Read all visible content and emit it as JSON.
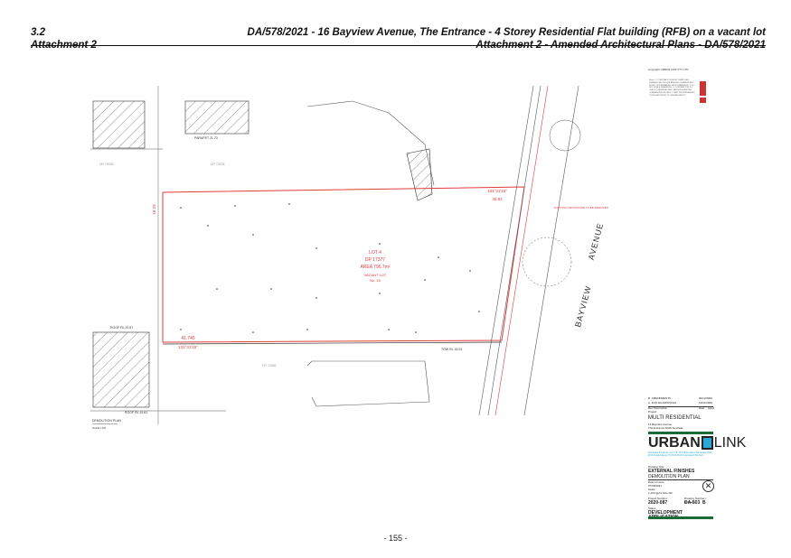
{
  "header": {
    "left_top": "3.2",
    "left_bottom": "Attachment 2",
    "right_top": "DA/578/2021 - 16 Bayview Avenue, The Entrance - 4 Storey Residential Flat building (RFB) on a vacant lot",
    "right_bottom": "Attachment 2 - Amended Architectural Plans - DA/578/2021"
  },
  "footer": {
    "page": "- 155 -"
  },
  "drawing": {
    "lot": "LOT 4",
    "dp": "DP 17377",
    "area": "AREA 796.7m²",
    "vacant": "VACANT LOT",
    "number": "No. 16",
    "street1": "BAYVIEW",
    "street2": "AVENUE",
    "south_dim": "41.745",
    "south_bearing": "131°31'15\"",
    "north_bearing": "131°31'15\"",
    "north_dim": "45.82",
    "west_dim": "18.29",
    "tow": "TOW RL 15.03",
    "roof1": "ROOF RL 20.57",
    "roof2": "ROOF RL 19.61",
    "parapet": "PARAPET 21.73",
    "dp_west": "DP 75025",
    "dp_north": "DP 75025",
    "dp_south": "DP 74965",
    "plan_title": "DEMOLITION PLAN",
    "plan_scale": "SCALE 1:100",
    "retain": "EXISTING CROSSOVER TO BE REMOVED"
  },
  "notes": {
    "copyright": "Copyright URBAN LINK PTY LTD",
    "body": "Notes: 1. CONTRACTOR MUST VERIFY ALL DIMENSIONS ON SITE BEFORE COMMENCING WORK OR PREPARING SHOP DRAWINGS. 2. DO NOT SCALE DRAWINGS. 3. CONTRACTOR TO CHECK UNDERGROUND SERVICES BEFORE COMMENCING WORKS. 4. ANY DISCREPANCIES TO BE REPORTED TO THE ARCHITECT."
  },
  "title_block": {
    "revisions": [
      {
        "rev": "B",
        "desc": "AMENDMENTS",
        "date": "09/12/21",
        "appd": "DH"
      },
      {
        "rev": "A",
        "desc": "FOR DA APPROVAL",
        "date": "19/11/21",
        "appd": "DH"
      }
    ],
    "rev_headers": [
      "Rev",
      "Description",
      "Date",
      "Appd"
    ],
    "project_label": "Project",
    "project": "MULTI RESIDENTIAL",
    "address1": "16 Bayview Avenue",
    "address2": "The Entrance NSW Australia",
    "logo_a": "URBAN",
    "logo_b": "LINK",
    "contact": "Nominated Architects: Level 7/8, 16 Charles Street, Parramatta NSW 2150 Postal Address: PO BOX 2153 Parramatta NSW 2124",
    "drawing_title_label": "Drawing Title",
    "drawing_title1": "EXTERNAL FINISHES",
    "drawing_title2": "DEMOLITION PLAN",
    "date_label": "Date of Issue",
    "date": "07/08/2021",
    "scale_label": "Scale",
    "scale": "1:100 @A1 Size Sht",
    "project_number_label": "Project Number",
    "project_number": "2020-087",
    "drawing_number_label": "Drawing Number / Revision",
    "drawing_number": "DA-503",
    "revision": "B",
    "status_label": "Status",
    "status": "DEVELOPMENT APPLICATION"
  },
  "colors": {
    "red": "#e23a3a",
    "green": "#1a6b35",
    "blue": "#2aa6d8"
  }
}
